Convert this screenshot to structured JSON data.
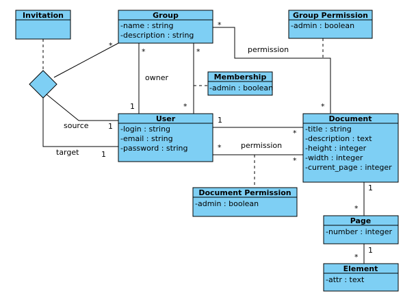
{
  "classes": {
    "invitation": {
      "name": "Invitation",
      "attributes": []
    },
    "group": {
      "name": "Group",
      "attributes": [
        "-name : string",
        "-description : string"
      ]
    },
    "group_permission": {
      "name": "Group Permission",
      "attributes": [
        "-admin : boolean"
      ]
    },
    "membership": {
      "name": "Membership",
      "attributes": [
        "-admin : boolean"
      ]
    },
    "user": {
      "name": "User",
      "attributes": [
        "-login : string",
        "-email : string",
        "-password : string"
      ]
    },
    "document": {
      "name": "Document",
      "attributes": [
        "-title : string",
        "-description : text",
        "-height : integer",
        "-width : integer",
        "-current_page : integer"
      ]
    },
    "document_permission": {
      "name": "Document Permission",
      "attributes": [
        "-admin : boolean"
      ]
    },
    "page": {
      "name": "Page",
      "attributes": [
        "-number : integer"
      ]
    },
    "element": {
      "name": "Element",
      "attributes": [
        "-attr : text"
      ]
    }
  },
  "labels": {
    "owner": "owner",
    "source": "source",
    "target": "target",
    "group_document_permission": "permission",
    "user_document_permission": "permission"
  },
  "multiplicities": {
    "group_invitation": "*",
    "group_owner_group": "*",
    "group_owner_user": "1",
    "group_member_group": "*",
    "group_member_user": "*",
    "group_doc_group": "*",
    "group_doc_document": "*",
    "invitation_source_user": "1",
    "invitation_target_user": "1",
    "user_owner_doc_user": "1",
    "user_owner_doc_document": "*",
    "user_perm_doc_user": "*",
    "user_perm_doc_document": "*",
    "document_page_document": "1",
    "document_page_page": "*",
    "page_element_page": "1",
    "page_element_element": "*"
  },
  "colors": {
    "class_fill": "#7ECFF4",
    "border": "#000000",
    "text": "#000000",
    "background": "#FFFFFF"
  }
}
